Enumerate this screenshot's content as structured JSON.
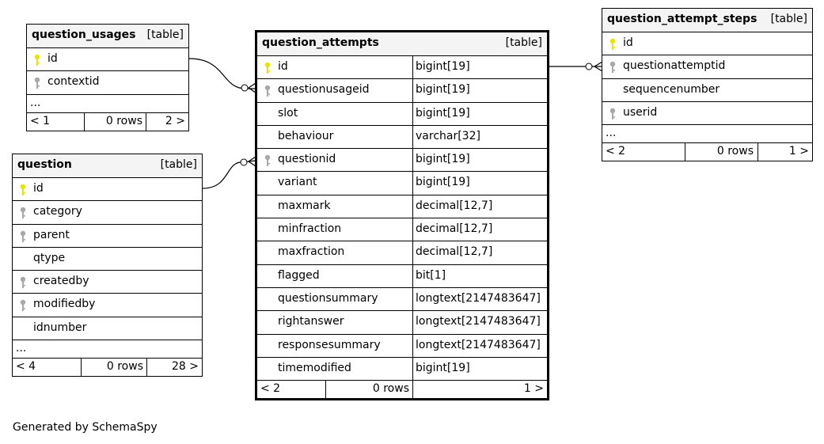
{
  "credit": "Generated by SchemaSpy",
  "colors": {
    "primary_key": "#e6e600",
    "foreign_key": "#a8a8a8"
  },
  "tables": {
    "question_usages": {
      "name": "question_usages",
      "kind": "[table]",
      "columns": [
        {
          "name": "id",
          "key": "primary-key"
        },
        {
          "name": "contextid",
          "key": "foreign-key"
        }
      ],
      "more": "...",
      "footer": {
        "parents": "< 1",
        "rows": "0 rows",
        "children": "2 >"
      }
    },
    "question": {
      "name": "question",
      "kind": "[table]",
      "columns": [
        {
          "name": "id",
          "key": "primary-key"
        },
        {
          "name": "category",
          "key": "foreign-key"
        },
        {
          "name": "parent",
          "key": "foreign-key"
        },
        {
          "name": "qtype",
          "key": ""
        },
        {
          "name": "createdby",
          "key": "foreign-key"
        },
        {
          "name": "modifiedby",
          "key": "foreign-key"
        },
        {
          "name": "idnumber",
          "key": ""
        }
      ],
      "more": "...",
      "footer": {
        "parents": "< 4",
        "rows": "0 rows",
        "children": "28 >"
      }
    },
    "question_attempts": {
      "name": "question_attempts",
      "kind": "[table]",
      "columns": [
        {
          "name": "id",
          "type": "bigint[19]",
          "key": "primary-key"
        },
        {
          "name": "questionusageid",
          "type": "bigint[19]",
          "key": "foreign-key"
        },
        {
          "name": "slot",
          "type": "bigint[19]",
          "key": ""
        },
        {
          "name": "behaviour",
          "type": "varchar[32]",
          "key": ""
        },
        {
          "name": "questionid",
          "type": "bigint[19]",
          "key": "foreign-key"
        },
        {
          "name": "variant",
          "type": "bigint[19]",
          "key": ""
        },
        {
          "name": "maxmark",
          "type": "decimal[12,7]",
          "key": ""
        },
        {
          "name": "minfraction",
          "type": "decimal[12,7]",
          "key": ""
        },
        {
          "name": "maxfraction",
          "type": "decimal[12,7]",
          "key": ""
        },
        {
          "name": "flagged",
          "type": "bit[1]",
          "key": ""
        },
        {
          "name": "questionsummary",
          "type": "longtext[2147483647]",
          "key": ""
        },
        {
          "name": "rightanswer",
          "type": "longtext[2147483647]",
          "key": ""
        },
        {
          "name": "responsesummary",
          "type": "longtext[2147483647]",
          "key": ""
        },
        {
          "name": "timemodified",
          "type": "bigint[19]",
          "key": ""
        }
      ],
      "footer": {
        "parents": "< 2",
        "rows": "0 rows",
        "children": "1 >"
      }
    },
    "question_attempt_steps": {
      "name": "question_attempt_steps",
      "kind": "[table]",
      "columns": [
        {
          "name": "id",
          "key": "primary-key"
        },
        {
          "name": "questionattemptid",
          "key": "foreign-key"
        },
        {
          "name": "sequencenumber",
          "key": ""
        },
        {
          "name": "userid",
          "key": "foreign-key"
        }
      ],
      "more": "...",
      "footer": {
        "parents": "< 2",
        "rows": "0 rows",
        "children": "1 >"
      }
    }
  }
}
